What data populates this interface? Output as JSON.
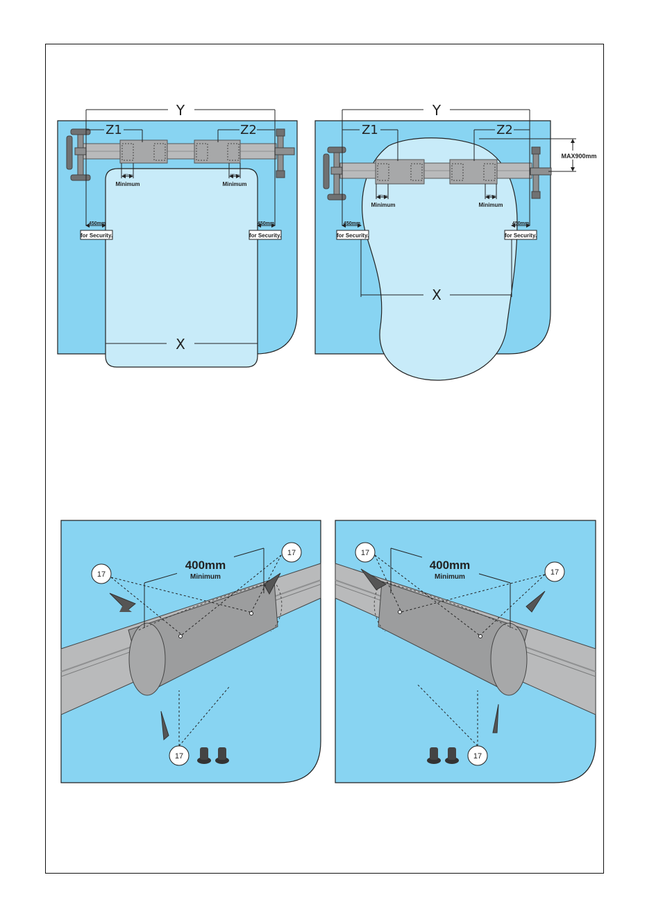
{
  "colors": {
    "water": "#88d4f2",
    "cover": "#c8ebf9",
    "pipe": "#b9babb",
    "pipe_dark": "#8f9091",
    "sleeve": "#9c9d9e",
    "ink": "#222222"
  },
  "diagram_1": {
    "dim_y": "Y",
    "dim_z1": "Z1",
    "dim_z2": "Z2",
    "dim_x": "X",
    "small_dim_left": "400mm",
    "small_dim_right": "400mm",
    "minimum_left": "Minimum",
    "minimum_right": "Minimum",
    "security_dim_left": "450mm",
    "security_dim_right": "450mm",
    "security_left": "for Security.",
    "security_right": "for Security."
  },
  "diagram_2": {
    "dim_y": "Y",
    "dim_z1": "Z1",
    "dim_z2": "Z2",
    "dim_x": "X",
    "max_label": "MAX900mm",
    "small_dim_left": "400mm",
    "small_dim_right": "400mm",
    "minimum_left": "Minimum",
    "minimum_right": "Minimum",
    "security_dim_left": "450mm",
    "security_dim_right": "450mm",
    "security_left": "for Security.",
    "security_right": "for Security."
  },
  "detail_1": {
    "dimension": "400mm",
    "minimum": "Minimum",
    "callout_top_right": "17",
    "callout_left": "17",
    "callout_bottom": "17"
  },
  "detail_2": {
    "dimension": "400mm",
    "minimum": "Minimum",
    "callout_top_left": "17",
    "callout_right": "17",
    "callout_bottom": "17"
  }
}
